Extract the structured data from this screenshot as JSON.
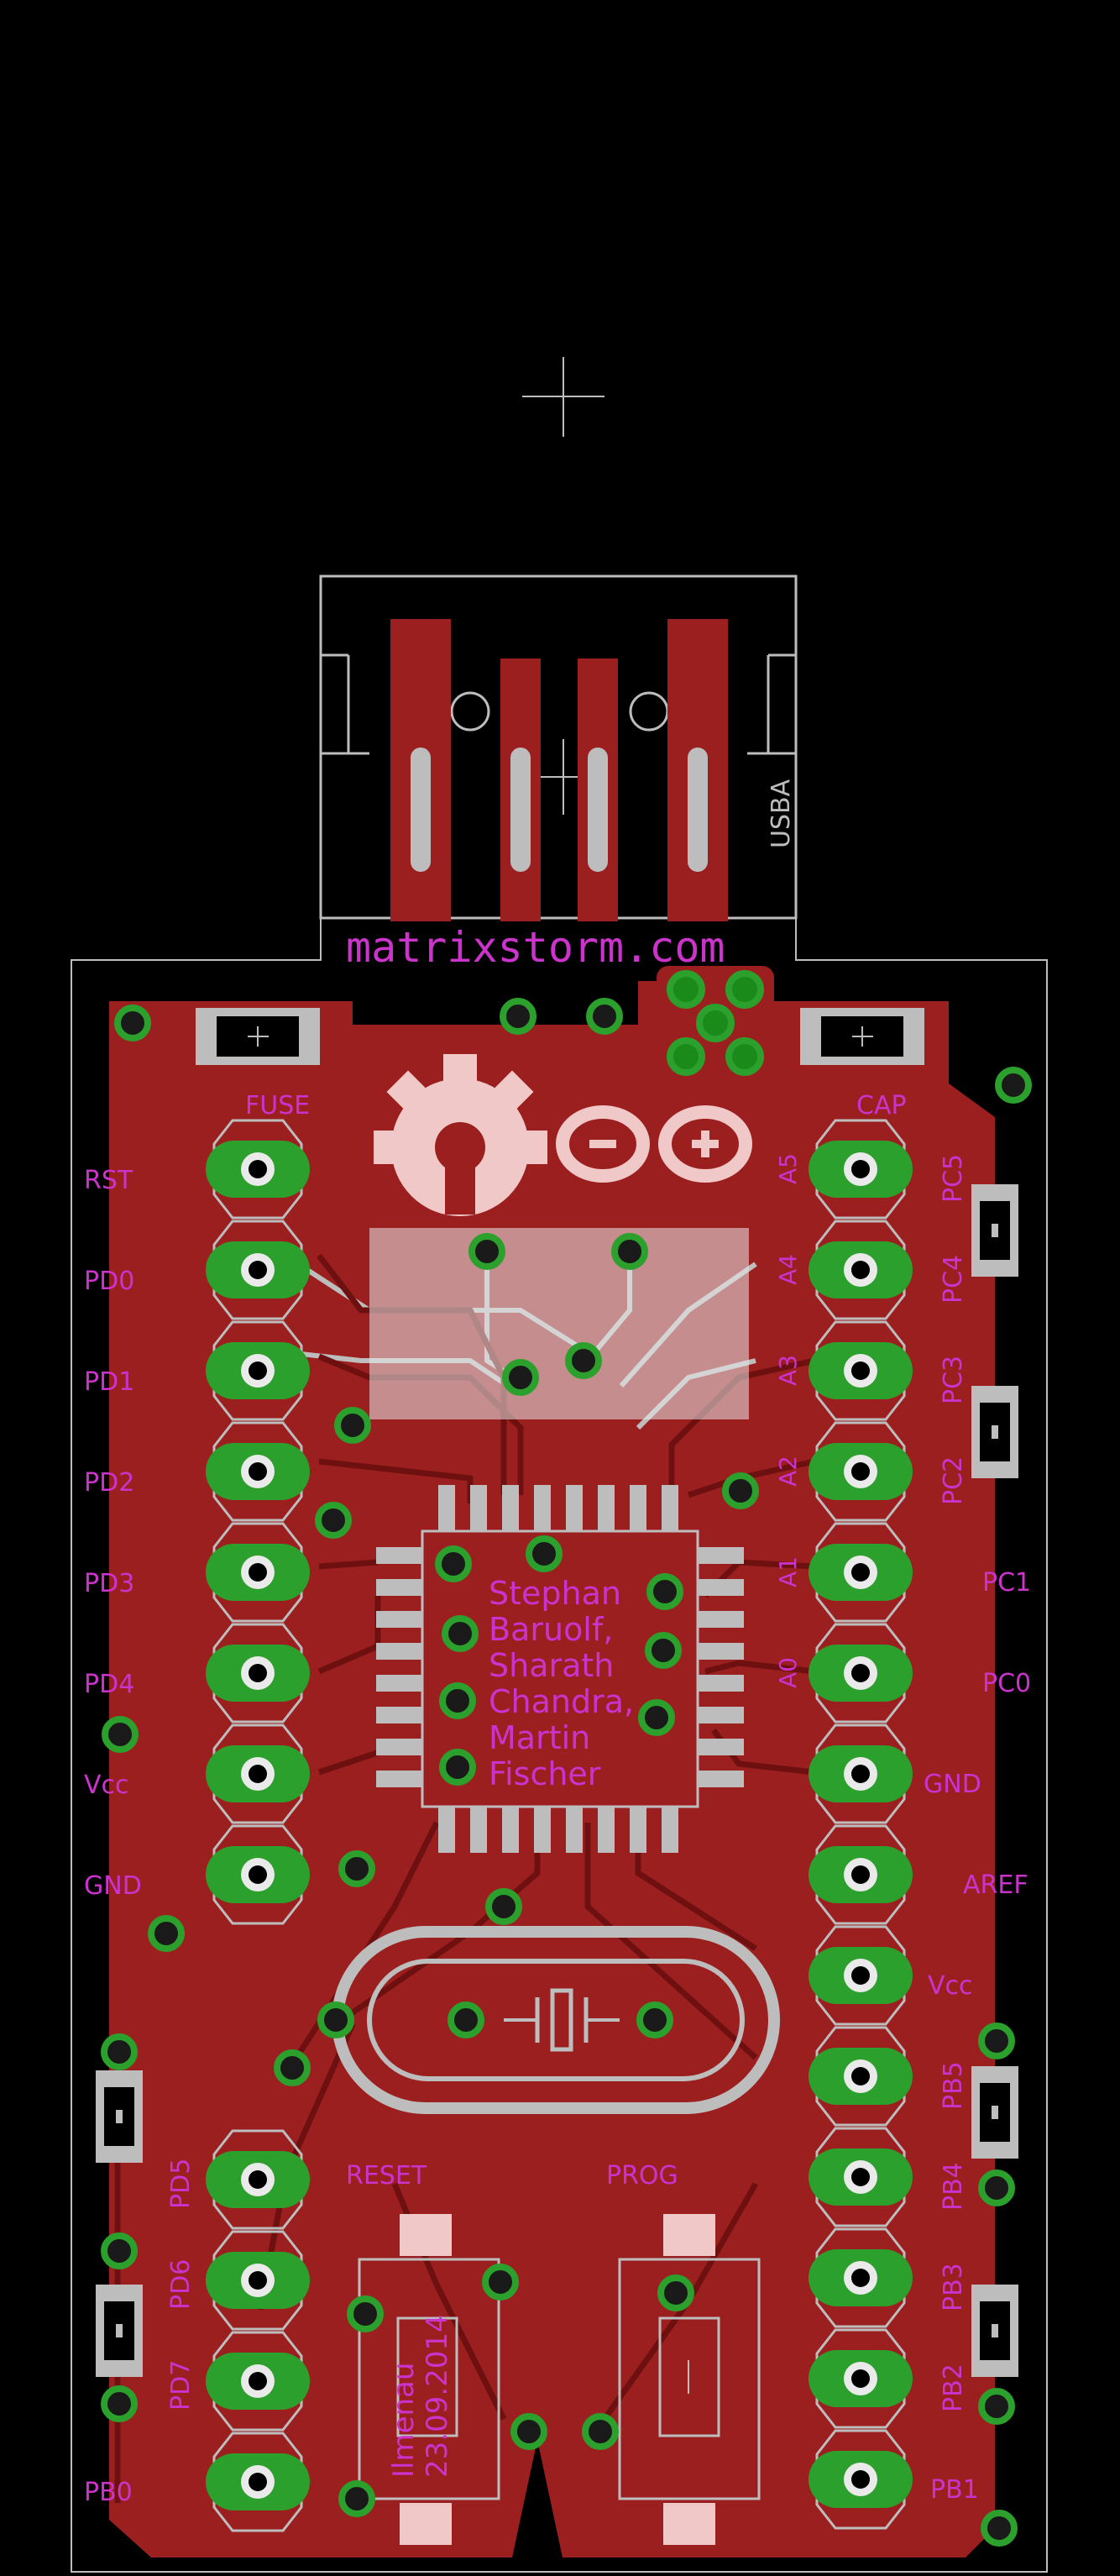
{
  "brand": "matrixstorm.com",
  "connector_label": "USBA",
  "credits": [
    "Stephan",
    "Baruolf,",
    "Sharath",
    "Chandra,",
    "Martin",
    "Fischer"
  ],
  "date_block": [
    "Ilmenau",
    "23.09.2014"
  ],
  "parts": {
    "fuse": "FUSE",
    "cap": "CAP",
    "reset": "RESET",
    "prog": "PROG"
  },
  "left_pins": [
    "RST",
    "PD0",
    "PD1",
    "PD2",
    "PD3",
    "PD4",
    "Vcc",
    "GND"
  ],
  "left_lower_pins": [
    "PD5",
    "PD6",
    "PD7",
    "PB0"
  ],
  "right_pins": [
    "PC5",
    "PC4",
    "PC3",
    "PC2",
    "PC1",
    "PC0",
    "GND",
    "AREF",
    "Vcc",
    "PB5",
    "PB4",
    "PB3",
    "PB2",
    "PB1"
  ],
  "analog_labels": [
    "A5",
    "A4",
    "A3",
    "A2",
    "A1",
    "A0"
  ],
  "colors": {
    "background": "#000000",
    "copper": "#9c1f1f",
    "copper_dark": "#7a1414",
    "pad": "#2ca02c",
    "silkscreen": "#cc33cc",
    "outline": "#bdbdbd"
  }
}
